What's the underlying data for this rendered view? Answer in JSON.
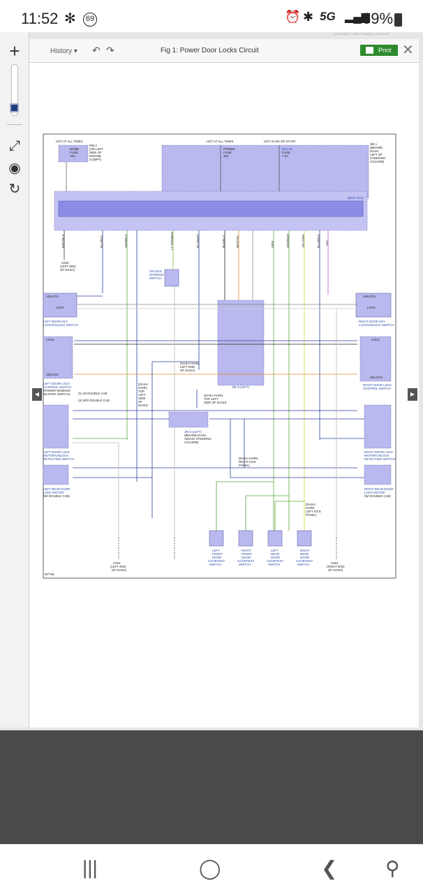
{
  "status_bar": {
    "time": "11:52",
    "fan_icon": "✻",
    "notification_badge": "69",
    "network": "5G",
    "battery": "69%"
  },
  "toolbar": {
    "zoom_in_icon": "+",
    "fullscreen_icon": "⤢",
    "view_icon": "◉",
    "refresh_icon": "↻"
  },
  "header": {
    "history_label": "History",
    "history_caret": "▾",
    "back_icon": "↶",
    "forward_icon": "↷",
    "title": "Fig 1: Power Door Locks Circuit",
    "print_label": "Print",
    "close_icon": "✕",
    "sub_links": "CONTACT  SETTINGS  LOGOUT"
  },
  "page_arrows": {
    "left": "◀",
    "right": "▶"
  },
  "navbar": {
    "recents": "|||",
    "home": "◯",
    "back": "❮",
    "accessibility": "⚲"
  },
  "diagram": {
    "hot_all_times_left": "HOT AT ALL TIMES",
    "hot_all_times_mid": "HOT AT ALL TIMES",
    "hot_in_on": "HOT IN ON OR START",
    "fuse_dome": [
      "DOME",
      "FUSE",
      "15A"
    ],
    "rb2_note": [
      "R/B 2",
      "(ON LEFT",
      "SIDE OF",
      "ENGINE",
      "COMPT)"
    ],
    "jb1_note": [
      "J/B 1",
      "(BEHIND",
      "DASH,",
      "LEFT OF",
      "STEERING",
      "COLUMN)"
    ],
    "fuse_power": [
      "POWER",
      "FUSE",
      "30A"
    ],
    "fuse_ecu": [
      "ECU-IG",
      "FUSE",
      "7.5A"
    ],
    "body_ecu": "BODY ECU",
    "g202": [
      "G202",
      "(LEFT END",
      "OF DASH)"
    ],
    "unlock_warning": [
      "UNLOCK",
      "WARNING",
      "SWITCH"
    ],
    "jb3": "J/B 3 (LEFT)",
    "jb5": [
      "J/B 5 (LEFT)",
      "(BEHIND DASH,",
      "ABOVE STEERING",
      "COLUMN)"
    ],
    "left_key_switch": [
      "LEFT DOOR KEY",
      "LOCK/UNLOCK SWITCH"
    ],
    "right_key_switch": [
      "RIGHT DOOR KEY",
      "LOCK/UNLOCK SWITCH"
    ],
    "left_lock_control": [
      "LEFT DOOR LOCK",
      "CONTROL SWITCH",
      "(POWER WINDOW",
      "MASTER SWITCH)"
    ],
    "right_lock_control": [
      "RIGHT DOOR LOCK",
      "CONTROL SWITCH"
    ],
    "double_cab": [
      "(1) W/ DOUBLE CAB",
      "(2) W/O DOUBLE CAB"
    ],
    "left_lock_motor": [
      "LEFT DOOR LOCK",
      "MOTOR/UNLOCK",
      "DETECTION SWITCH"
    ],
    "right_lock_motor": [
      "RIGHT DOOR LOCK",
      "MOTOR/UNLOCK",
      "DETECTION SWITCH"
    ],
    "left_rear_motor": [
      "LEFT REAR DOOR",
      "LOCK MOTOR",
      "(W/ DOUBLE CAB)"
    ],
    "right_rear_motor": [
      "RIGHT REAR DOOR",
      "LOCK MOTOR",
      "(W/ DOUBLE CAB)"
    ],
    "courtesy_lf": [
      "LEFT",
      "FRONT",
      "DOOR",
      "COURTESY",
      "SWITCH"
    ],
    "courtesy_rf": [
      "RIGHT",
      "FRONT",
      "DOOR",
      "COURTESY",
      "SWITCH"
    ],
    "courtesy_lr": [
      "LEFT",
      "REAR",
      "DOOR",
      "COURTESY",
      "SWITCH"
    ],
    "courtesy_rr": [
      "RIGHT",
      "REAR",
      "DOOR",
      "COURTESY",
      "SWITCH"
    ],
    "g201": [
      "G201",
      "(LEFT END",
      "OF DASH)"
    ],
    "g301": [
      "G301",
      "(RIGHT END",
      "OF DASH)"
    ],
    "dash_harn_left": [
      "(DASH HARN,",
      "LEFT END",
      "OF DASH)"
    ],
    "dash_harn_top": [
      "(DASH",
      "HARN,",
      "TOP",
      "LEFT",
      "SIDE",
      "OF",
      "DASH)"
    ],
    "dash_harn_top_left": [
      "(DASH HARN,",
      "TOP LEFT",
      "SIDE OF DASH)"
    ],
    "dash_harn_kick": [
      "(DASH HARN,",
      "RIGHT KICK",
      "PANEL)"
    ],
    "dash_harn_kick2": [
      "(DASH",
      "HARN,",
      "LEFT KICK",
      "PANEL)"
    ],
    "fig_code": "M7746",
    "wire_labels": [
      "WHT/BLK",
      "BLU/BLK",
      "GRN/BLK",
      "BLU",
      "LT GRN/RED",
      "BLU/WHT",
      "BLK/BLU",
      "LT GRN/BLK",
      "RED/YEL",
      "GRY",
      "GRN",
      "GRN/WHT",
      "YEL/GRN",
      "BLU/RED",
      "VIO"
    ],
    "unlock": "UNLOCK",
    "lock": "LOCK"
  }
}
